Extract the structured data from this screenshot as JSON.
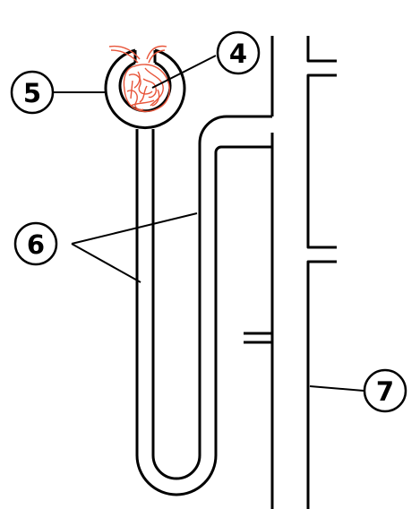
{
  "labels": {
    "glomerulus": "4",
    "bowmans_capsule": "5",
    "loop_of_henle": "6",
    "collecting_duct": "7"
  },
  "colors": {
    "glomerulus": "#e8553a",
    "outline": "#000000"
  }
}
